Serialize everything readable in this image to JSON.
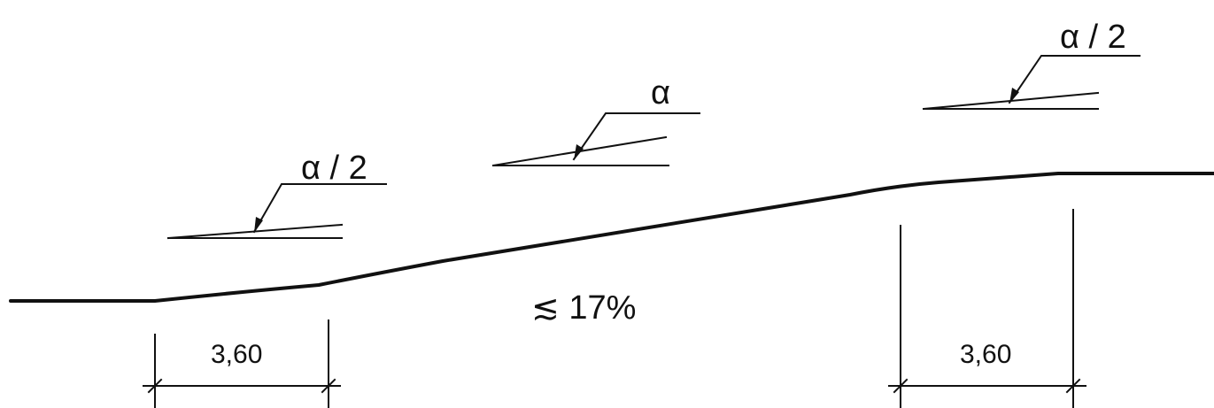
{
  "angle_labels": {
    "left": "α / 2",
    "middle": "α",
    "right": "α / 2"
  },
  "slope_label": "≲ 17%",
  "dimensions": {
    "left": "3,60",
    "right": "3,60"
  },
  "colors": {
    "line": "#111111",
    "background": "#ffffff"
  }
}
